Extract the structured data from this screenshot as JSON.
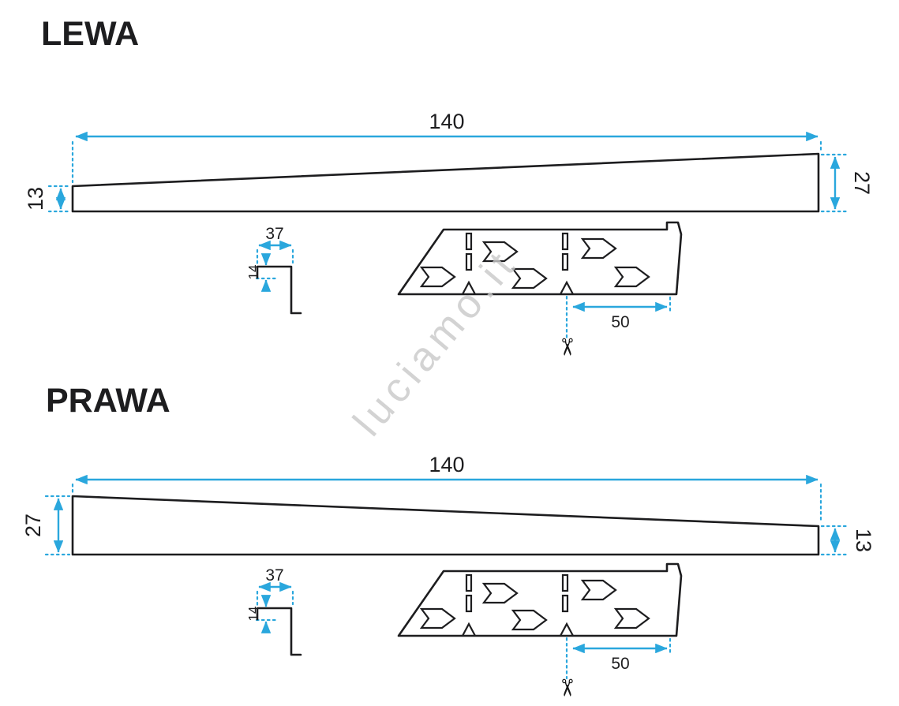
{
  "colors": {
    "accent": "#2aa7dd",
    "line": "#1d1d1f",
    "watermark": "#c9c9c9",
    "background": "#ffffff"
  },
  "watermark": {
    "text": "luciamo.it"
  },
  "icons": {
    "scissors": "✂"
  },
  "sections": [
    {
      "title": "LEWA",
      "profile": {
        "length": "140",
        "left_height": "13",
        "right_height": "27"
      },
      "end_cap": {
        "width": "37",
        "lip": "14"
      },
      "perforated": {
        "cut_spacing": "50"
      }
    },
    {
      "title": "PRAWA",
      "profile": {
        "length": "140",
        "left_height": "27",
        "right_height": "13"
      },
      "end_cap": {
        "width": "37",
        "lip": "14"
      },
      "perforated": {
        "cut_spacing": "50"
      }
    }
  ]
}
